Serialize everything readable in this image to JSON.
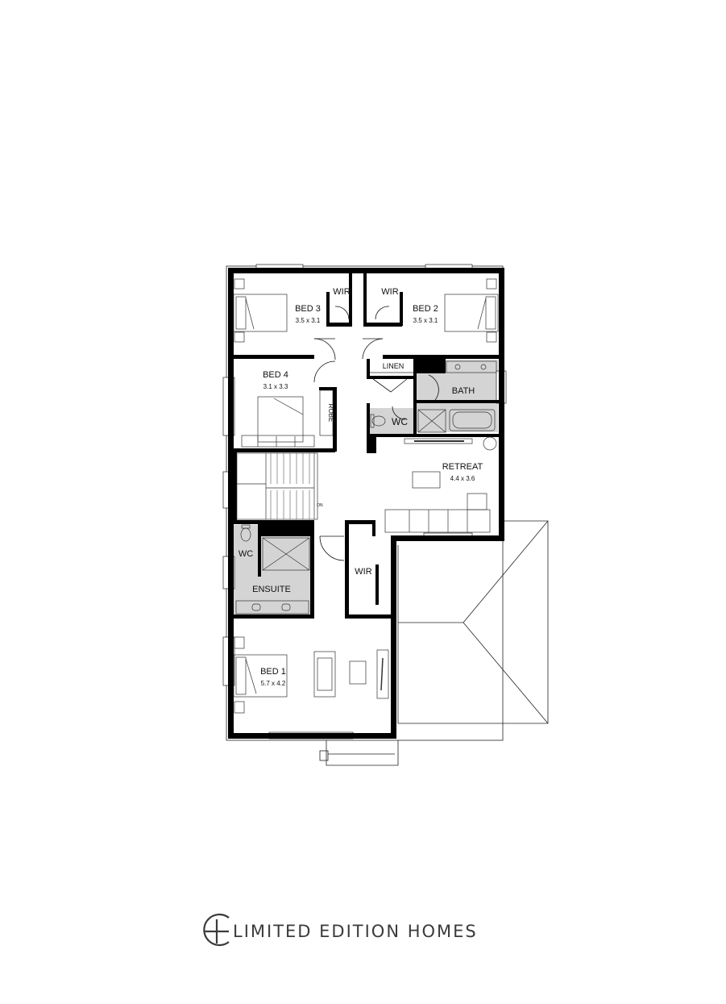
{
  "floorplan": {
    "rooms": {
      "bed3": {
        "name": "BED 3",
        "dim": "3.5 x 3.1"
      },
      "bed2": {
        "name": "BED 2",
        "dim": "3.5 x 3.1"
      },
      "bed4": {
        "name": "BED 4",
        "dim": "3.1 x 3.3"
      },
      "bed1": {
        "name": "BED 1",
        "dim": "5.7 x 4.2"
      },
      "retreat": {
        "name": "RETREAT",
        "dim": "4.4 x 3.6"
      },
      "wir_left": {
        "name": "WIR"
      },
      "wir_right": {
        "name": "WIR"
      },
      "wir_main": {
        "name": "WIR"
      },
      "linen": {
        "name": "LINEN"
      },
      "bath": {
        "name": "BATH"
      },
      "wc_upper": {
        "name": "WC"
      },
      "wc_ensuite": {
        "name": "WC"
      },
      "robe": {
        "name": "ROBE"
      },
      "ensuite": {
        "name": "ENSUITE"
      },
      "stair_dn": {
        "name": "DN"
      }
    }
  },
  "brand": {
    "name": "LIMITED EDITION HOMES",
    "logo": "circle-plus-logo",
    "color": "#3b3b3b"
  }
}
